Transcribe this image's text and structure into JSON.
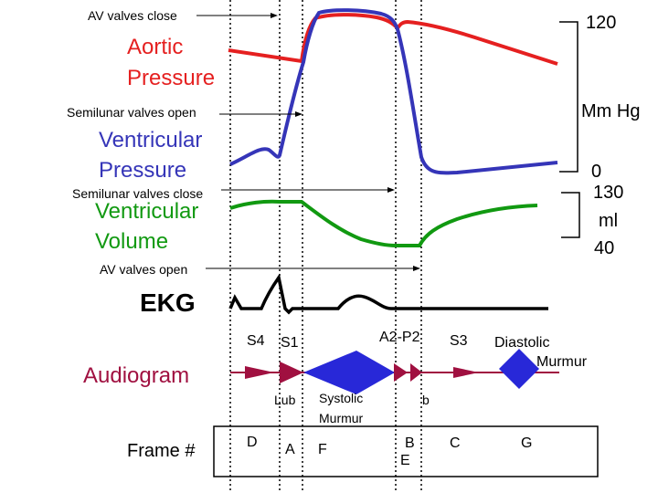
{
  "labels": {
    "av_valves_close": "AV valves close",
    "aortic_line1": "Aortic",
    "aortic_line2": "Pressure",
    "semilunar_open": "Semilunar valves open",
    "ventricular_p_line1": "Ventricular",
    "ventricular_p_line2": "Pressure",
    "semilunar_close": "Semilunar valves close",
    "ventricular_v_line1": "Ventricular",
    "ventricular_v_line2": "Volume",
    "av_valves_open": "AV valves open",
    "ekg": "EKG",
    "audiogram": "Audiogram",
    "frame": "Frame #"
  },
  "pressure_axis": {
    "top": "120",
    "unit": "Mm Hg",
    "bottom": "0"
  },
  "volume_axis": {
    "top": "130",
    "unit": "ml",
    "bottom": "40"
  },
  "sounds": {
    "s4": "S4",
    "s1": "S1",
    "a2p2": "A2-P2",
    "s3": "S3",
    "diastolic_line1": "Diastolic",
    "diastolic_line2": "Murmur",
    "lub": "Lub",
    "systolic_line1": "Systolic",
    "systolic_line2": "Murmur",
    "b": "b"
  },
  "frames": {
    "d": "D",
    "a": "A",
    "f": "F",
    "b": "B",
    "e": "E",
    "c": "C",
    "g": "G"
  },
  "colors": {
    "aortic": "#e52020",
    "ventricular_pressure": "#3535b8",
    "ventricular_volume": "#119911",
    "audiogram": "#a01040",
    "murmur": "#2828d8"
  }
}
